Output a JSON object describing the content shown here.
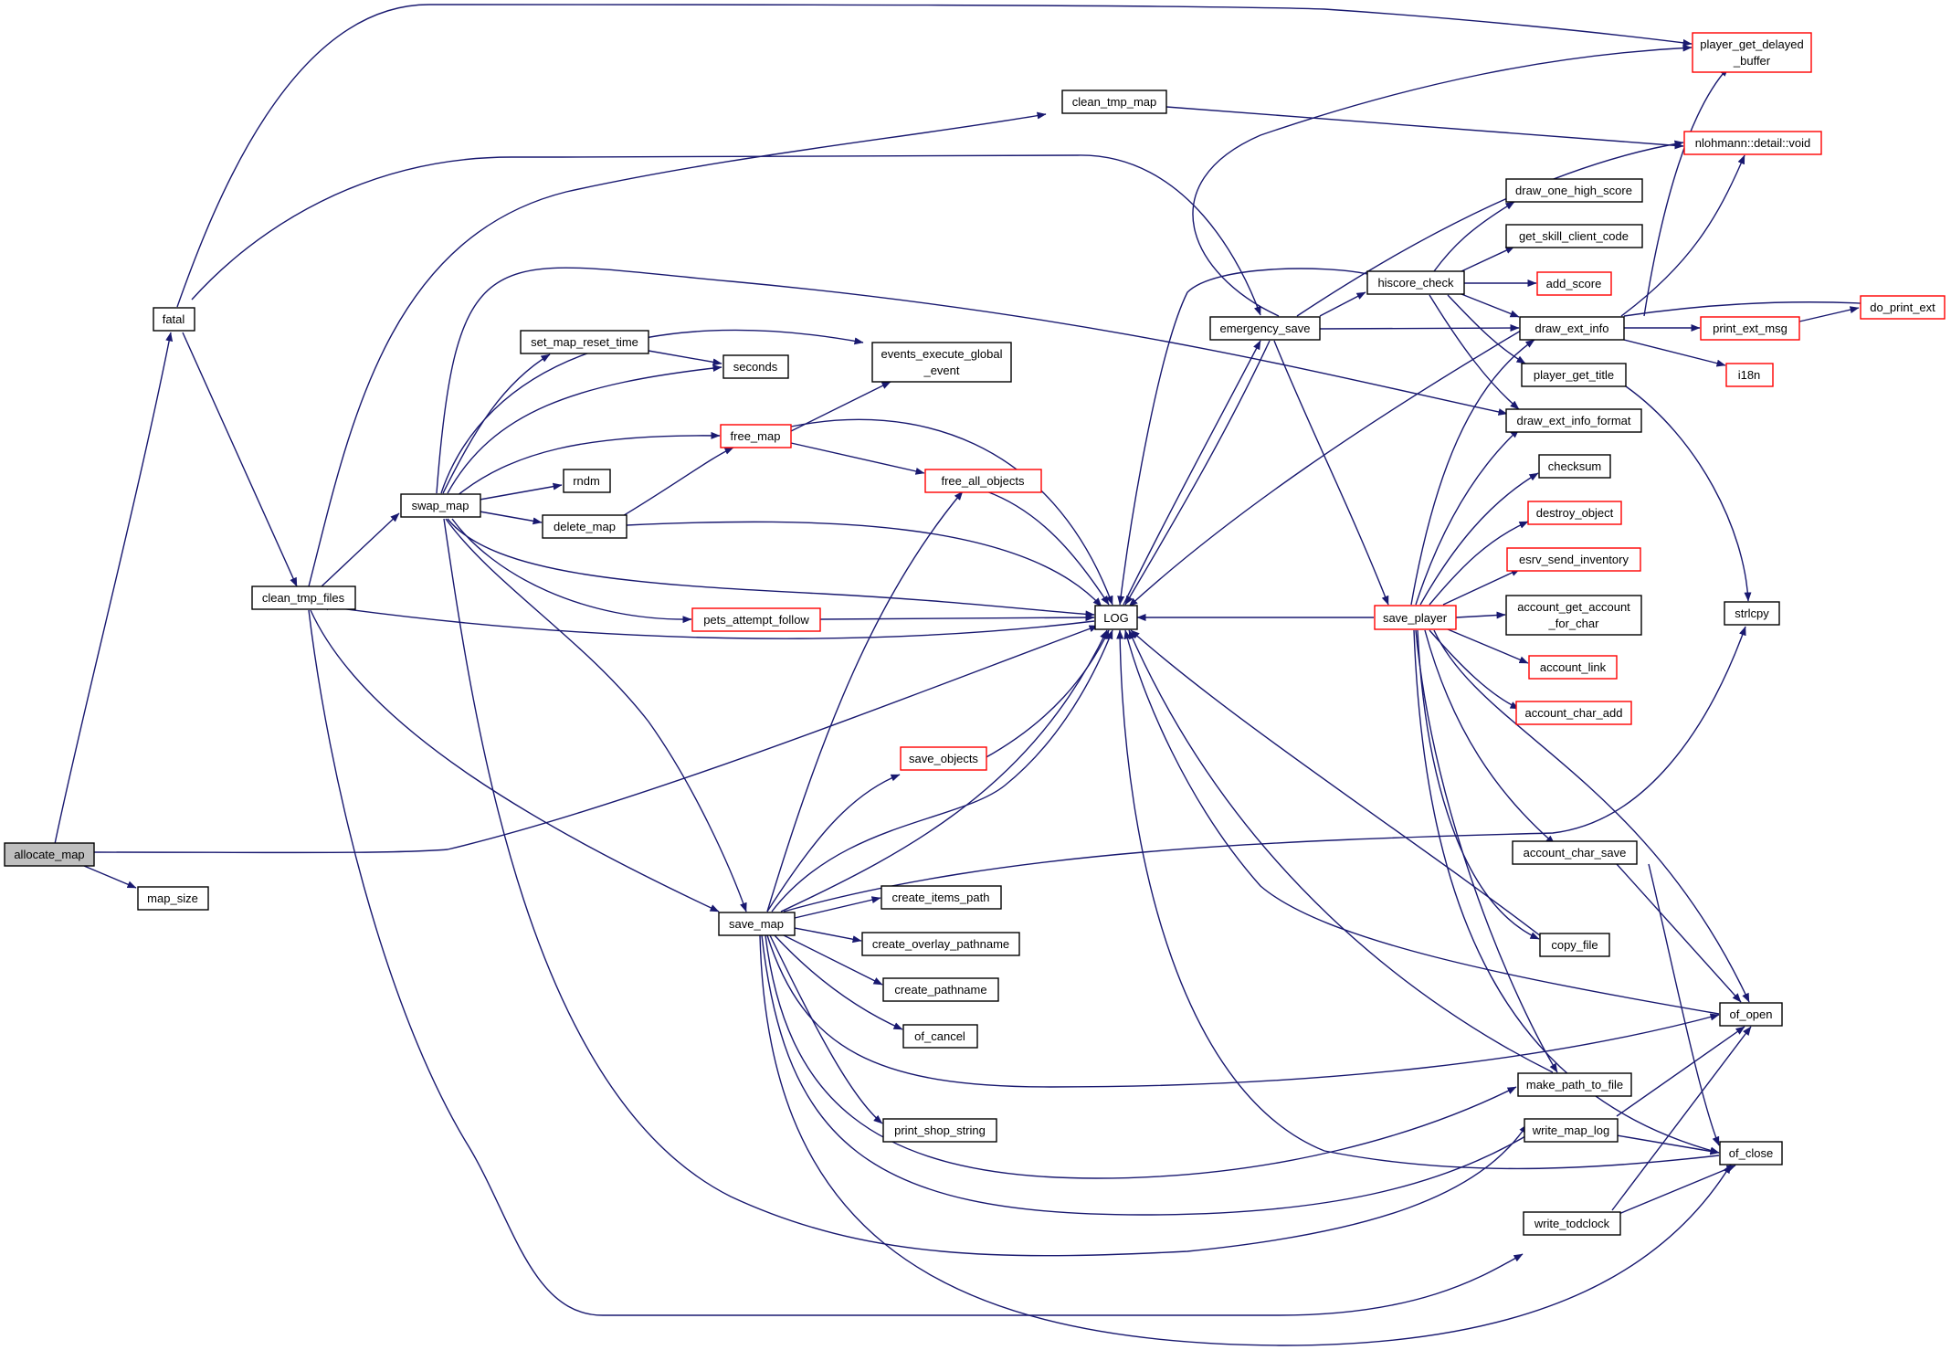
{
  "colors": {
    "edge": "#191970",
    "node_border": "#000000",
    "node_border_external": "#ff0000",
    "root_fill": "#bfbfbf",
    "background": "#ffffff"
  },
  "nodes": {
    "allocate_map": {
      "lines": [
        "allocate_map"
      ]
    },
    "map_size": {
      "lines": [
        "map_size"
      ]
    },
    "fatal": {
      "lines": [
        "fatal"
      ]
    },
    "clean_tmp_files": {
      "lines": [
        "clean_tmp_files"
      ]
    },
    "swap_map": {
      "lines": [
        "swap_map"
      ]
    },
    "clean_tmp_map": {
      "lines": [
        "clean_tmp_map"
      ]
    },
    "set_map_reset_time": {
      "lines": [
        "set_map_reset_time"
      ]
    },
    "seconds": {
      "lines": [
        "seconds"
      ]
    },
    "events_execute_global_event": {
      "lines": [
        "events_execute_global",
        "_event"
      ]
    },
    "free_map": {
      "lines": [
        "free_map"
      ]
    },
    "rndm": {
      "lines": [
        "rndm"
      ]
    },
    "delete_map": {
      "lines": [
        "delete_map"
      ]
    },
    "free_all_objects": {
      "lines": [
        "free_all_objects"
      ]
    },
    "pets_attempt_follow": {
      "lines": [
        "pets_attempt_follow"
      ]
    },
    "save_objects": {
      "lines": [
        "save_objects"
      ]
    },
    "save_map": {
      "lines": [
        "save_map"
      ]
    },
    "create_items_path": {
      "lines": [
        "create_items_path"
      ]
    },
    "create_overlay_pathname": {
      "lines": [
        "create_overlay_pathname"
      ]
    },
    "create_pathname": {
      "lines": [
        "create_pathname"
      ]
    },
    "of_cancel": {
      "lines": [
        "of_cancel"
      ]
    },
    "print_shop_string": {
      "lines": [
        "print_shop_string"
      ]
    },
    "LOG": {
      "lines": [
        "LOG"
      ]
    },
    "emergency_save": {
      "lines": [
        "emergency_save"
      ]
    },
    "hiscore_check": {
      "lines": [
        "hiscore_check"
      ]
    },
    "save_player": {
      "lines": [
        "save_player"
      ]
    },
    "player_get_delayed_buffer": {
      "lines": [
        "player_get_delayed",
        "_buffer"
      ]
    },
    "nlohmann_detail_void": {
      "lines": [
        "nlohmann::detail::void"
      ]
    },
    "draw_one_high_score": {
      "lines": [
        "draw_one_high_score"
      ]
    },
    "get_skill_client_code": {
      "lines": [
        "get_skill_client_code"
      ]
    },
    "add_score": {
      "lines": [
        "add_score"
      ]
    },
    "draw_ext_info": {
      "lines": [
        "draw_ext_info"
      ]
    },
    "player_get_title": {
      "lines": [
        "player_get_title"
      ]
    },
    "draw_ext_info_format": {
      "lines": [
        "draw_ext_info_format"
      ]
    },
    "checksum": {
      "lines": [
        "checksum"
      ]
    },
    "destroy_object": {
      "lines": [
        "destroy_object"
      ]
    },
    "esrv_send_inventory": {
      "lines": [
        "esrv_send_inventory"
      ]
    },
    "account_get_account_for_char": {
      "lines": [
        "account_get_account",
        "_for_char"
      ]
    },
    "account_link": {
      "lines": [
        "account_link"
      ]
    },
    "account_char_add": {
      "lines": [
        "account_char_add"
      ]
    },
    "account_char_save": {
      "lines": [
        "account_char_save"
      ]
    },
    "copy_file": {
      "lines": [
        "copy_file"
      ]
    },
    "make_path_to_file": {
      "lines": [
        "make_path_to_file"
      ]
    },
    "write_map_log": {
      "lines": [
        "write_map_log"
      ]
    },
    "write_todclock": {
      "lines": [
        "write_todclock"
      ]
    },
    "do_print_ext": {
      "lines": [
        "do_print_ext"
      ]
    },
    "print_ext_msg": {
      "lines": [
        "print_ext_msg"
      ]
    },
    "i18n": {
      "lines": [
        "i18n"
      ]
    },
    "strlcpy": {
      "lines": [
        "strlcpy"
      ]
    },
    "of_open": {
      "lines": [
        "of_open"
      ]
    },
    "of_close": {
      "lines": [
        "of_close"
      ]
    }
  }
}
